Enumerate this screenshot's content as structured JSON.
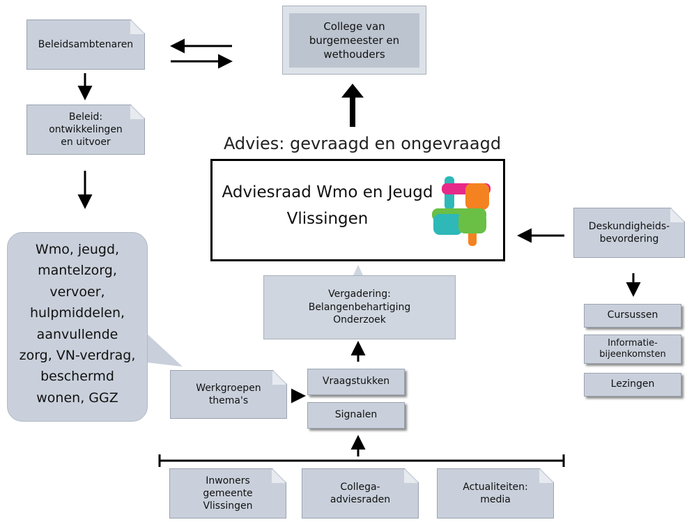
{
  "college": {
    "label": "College van\nburgemeester en\nwethouders"
  },
  "beleidsambtenaren": {
    "label": "Beleidsambtenaren"
  },
  "beleid": {
    "label": "Beleid:\nontwikkelingen\nen uitvoer"
  },
  "advies_heading": "Advies: gevraagd en ongevraagd",
  "adviesraad": {
    "title": "Adviesraad Wmo en Jeugd\nVlissingen",
    "logo_icon": "hands-together-logo"
  },
  "callout": {
    "text": "Wmo, jeugd,\nmantelzorg,\nvervoer,\nhulpmiddelen,\naanvullende\nzorg, VN-verdrag,\nbeschermd\nwonen, GGZ"
  },
  "vergadering": {
    "label": "Vergadering:\nBelangenbehartiging\nOnderzoek"
  },
  "vraagstukken": {
    "label": "Vraagstukken"
  },
  "signalen": {
    "label": "Signalen"
  },
  "werkgroepen": {
    "label": "Werkgroepen\nthema's"
  },
  "deskundigheid": {
    "label": "Deskundigheids-\nbevordering"
  },
  "cursussen": {
    "label": "Cursussen"
  },
  "informatie": {
    "label": "Informatie-\nbijeenkomsten"
  },
  "lezingen": {
    "label": "Lezingen"
  },
  "inwoners": {
    "label": "Inwoners\ngemeente\nVlissingen"
  },
  "collega": {
    "label": "Collega-\nadviesraden"
  },
  "actualiteiten": {
    "label": "Actualiteiten:\nmedia"
  },
  "colors": {
    "box_fill": "#c9d0db",
    "box_border": "#9aa3b0",
    "logo": [
      "#e7298a",
      "#f58220",
      "#2eb8b8",
      "#6abf45"
    ]
  }
}
